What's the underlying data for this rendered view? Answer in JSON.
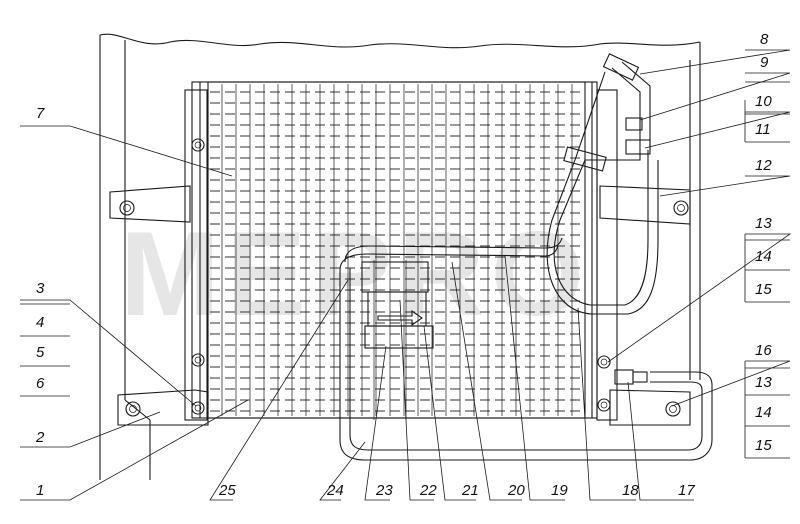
{
  "watermark": "MEPRO",
  "callouts": {
    "c1": "1",
    "c2": "2",
    "c3": "3",
    "c4": "4",
    "c5": "5",
    "c6": "6",
    "c7": "7",
    "c8": "8",
    "c9": "9",
    "c10": "10",
    "c11": "11",
    "c12": "12",
    "c13a": "13",
    "c14a": "14",
    "c15a": "15",
    "c16": "16",
    "c13b": "13",
    "c14b": "14",
    "c15b": "15",
    "c17": "17",
    "c18": "18",
    "c19": "19",
    "c20": "20",
    "c21": "21",
    "c22": "22",
    "c23": "23",
    "c24": "24",
    "c25": "25"
  }
}
